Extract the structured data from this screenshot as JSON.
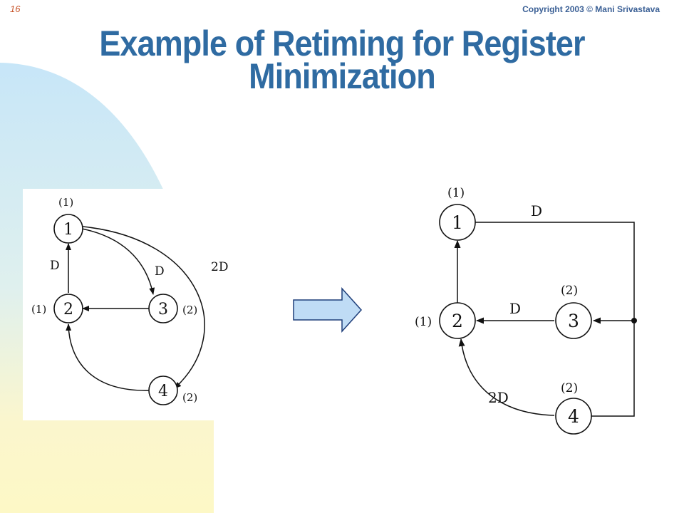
{
  "slide": {
    "number": "16",
    "copyright": "Copyright 2003 © Mani Srivastava",
    "title_line1": "Example of Retiming for Register",
    "title_line2": "Minimization"
  },
  "colors": {
    "title": "#2f6ba2",
    "number": "#c8552b",
    "background_blue": "#cfe9f8",
    "background_yellow": "#fcf7c9",
    "arrow_fill": "#bfdcf5"
  },
  "left_graph": {
    "nodes": [
      {
        "id": "1",
        "weight": "(1)"
      },
      {
        "id": "2",
        "weight": "(1)"
      },
      {
        "id": "3",
        "weight": "(2)"
      },
      {
        "id": "4",
        "weight": "(2)"
      }
    ],
    "edge_labels": {
      "e21": "D",
      "e13": "D",
      "e14": "2D"
    }
  },
  "right_graph": {
    "nodes": [
      {
        "id": "1",
        "weight": "(1)"
      },
      {
        "id": "2",
        "weight": "(1)"
      },
      {
        "id": "3",
        "weight": "(2)"
      },
      {
        "id": "4",
        "weight": "(2)"
      }
    ],
    "edge_labels": {
      "e1": "D",
      "e32": "D",
      "e42": "2D"
    }
  }
}
